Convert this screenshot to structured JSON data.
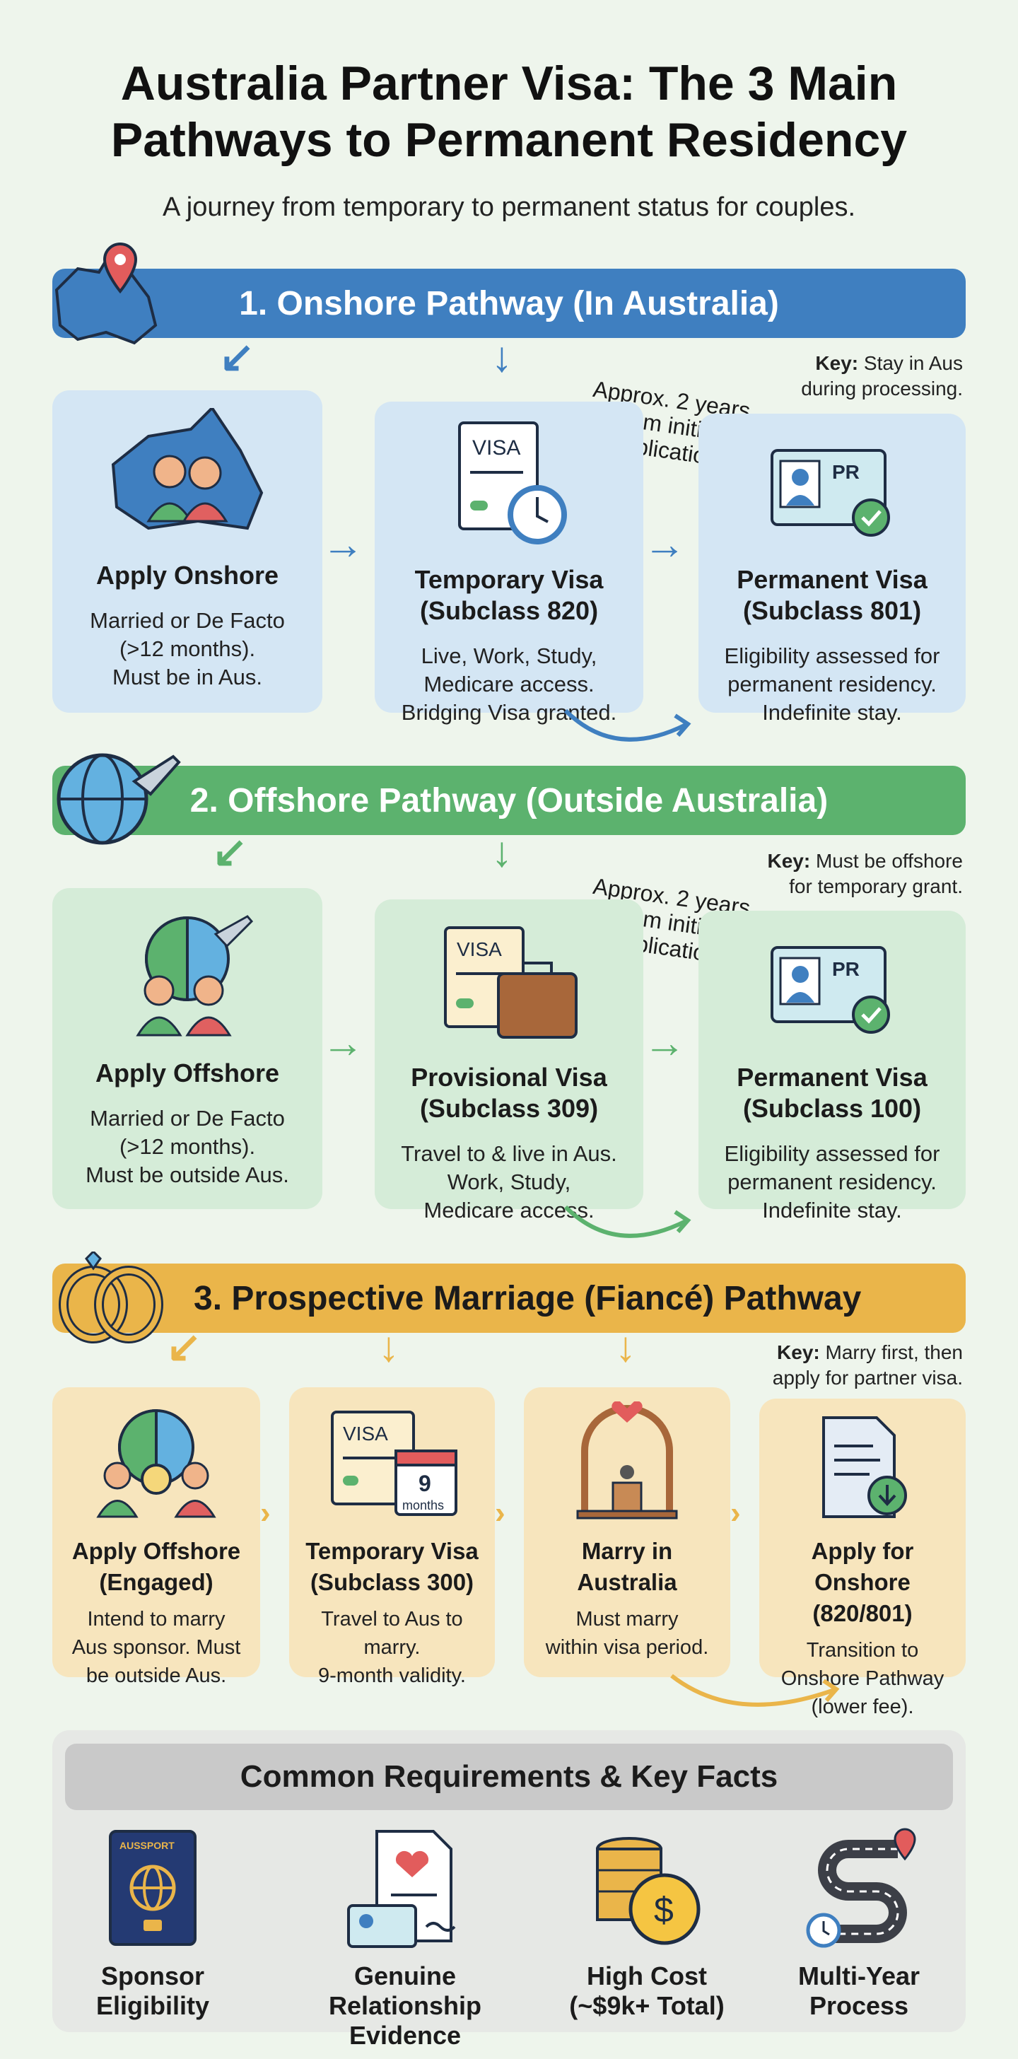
{
  "title_line1": "Australia Partner Visa: The 3 Main",
  "title_line2": "Pathways to Permanent Residency",
  "subtitle": "A journey from temporary to permanent status for couples.",
  "colors": {
    "blue": "#3f7fc0",
    "blue_card": "#d4e6f4",
    "green": "#5cb26e",
    "green_card": "#d5ecd8",
    "gold": "#eab54a",
    "gold_card": "#f7e5bd",
    "grey": "#cfcfcf"
  },
  "sections": [
    {
      "banner": "1. Onshore Pathway (In Australia)",
      "key_label": "Key:",
      "key_text1": " Stay in Aus",
      "key_text2": "during processing.",
      "note": [
        "Approx. 2 years",
        "from initial",
        "application"
      ],
      "cards": [
        {
          "title": "Apply Onshore",
          "desc": [
            "Married or De Facto",
            "(>12 months).",
            "Must be in Aus."
          ]
        },
        {
          "title": "Temporary Visa",
          "title2": "(Subclass 820)",
          "desc": [
            "Live, Work, Study,",
            "Medicare access.",
            "Bridging Visa granted."
          ],
          "icon_text": "VISA"
        },
        {
          "title": "Permanent Visa",
          "title2": "(Subclass 801)",
          "desc": [
            "Eligibility assessed for",
            "permanent residency.",
            "Indefinite stay."
          ],
          "icon_text": "PR"
        }
      ]
    },
    {
      "banner": "2. Offshore Pathway (Outside Australia)",
      "key_label": "Key:",
      "key_text1": " Must be offshore",
      "key_text2": "for temporary grant.",
      "note": [
        "Approx. 2 years",
        "from initial",
        "application"
      ],
      "cards": [
        {
          "title": "Apply Offshore",
          "desc": [
            "Married or De Facto",
            "(>12 months).",
            "Must be outside Aus."
          ]
        },
        {
          "title": "Provisional Visa",
          "title2": "(Subclass 309)",
          "desc": [
            "Travel to & live in Aus.",
            "Work, Study,",
            "Medicare access."
          ],
          "icon_text": "VISA"
        },
        {
          "title": "Permanent Visa",
          "title2": "(Subclass 100)",
          "desc": [
            "Eligibility assessed for",
            "permanent residency.",
            "Indefinite stay."
          ],
          "icon_text": "PR"
        }
      ]
    },
    {
      "banner": "3. Prospective Marriage (Fiancé) Pathway",
      "key_label": "Key:",
      "key_text1": " Marry first, then",
      "key_text2": "apply for partner visa.",
      "cards": [
        {
          "title": "Apply Offshore",
          "title2": "(Engaged)",
          "desc": [
            "Intend to marry",
            "Aus sponsor. Must",
            "be outside Aus."
          ]
        },
        {
          "title": "Temporary Visa",
          "title2": "(Subclass 300)",
          "desc": [
            "Travel to Aus to",
            "marry.",
            "9-month validity."
          ],
          "icon_text": "VISA",
          "cal_num": "9",
          "cal_unit": "months"
        },
        {
          "title": "Marry in",
          "title2": "Australia",
          "desc": [
            "Must marry",
            "within visa period."
          ]
        },
        {
          "title": "Apply for Onshore",
          "title2": "(820/801)",
          "desc": [
            "Transition to",
            "Onshore Pathway",
            "(lower fee)."
          ]
        }
      ]
    }
  ],
  "facts": {
    "header": "Common Requirements & Key Facts",
    "passport_text": "AUSSPORT",
    "items": [
      {
        "l1": "Sponsor",
        "l2": "Eligibility"
      },
      {
        "l1": "Genuine Relationship",
        "l2": "Evidence"
      },
      {
        "l1": "High Cost",
        "l2": "(~$9k+ Total)"
      },
      {
        "l1": "Multi-Year",
        "l2": "Process"
      }
    ]
  }
}
